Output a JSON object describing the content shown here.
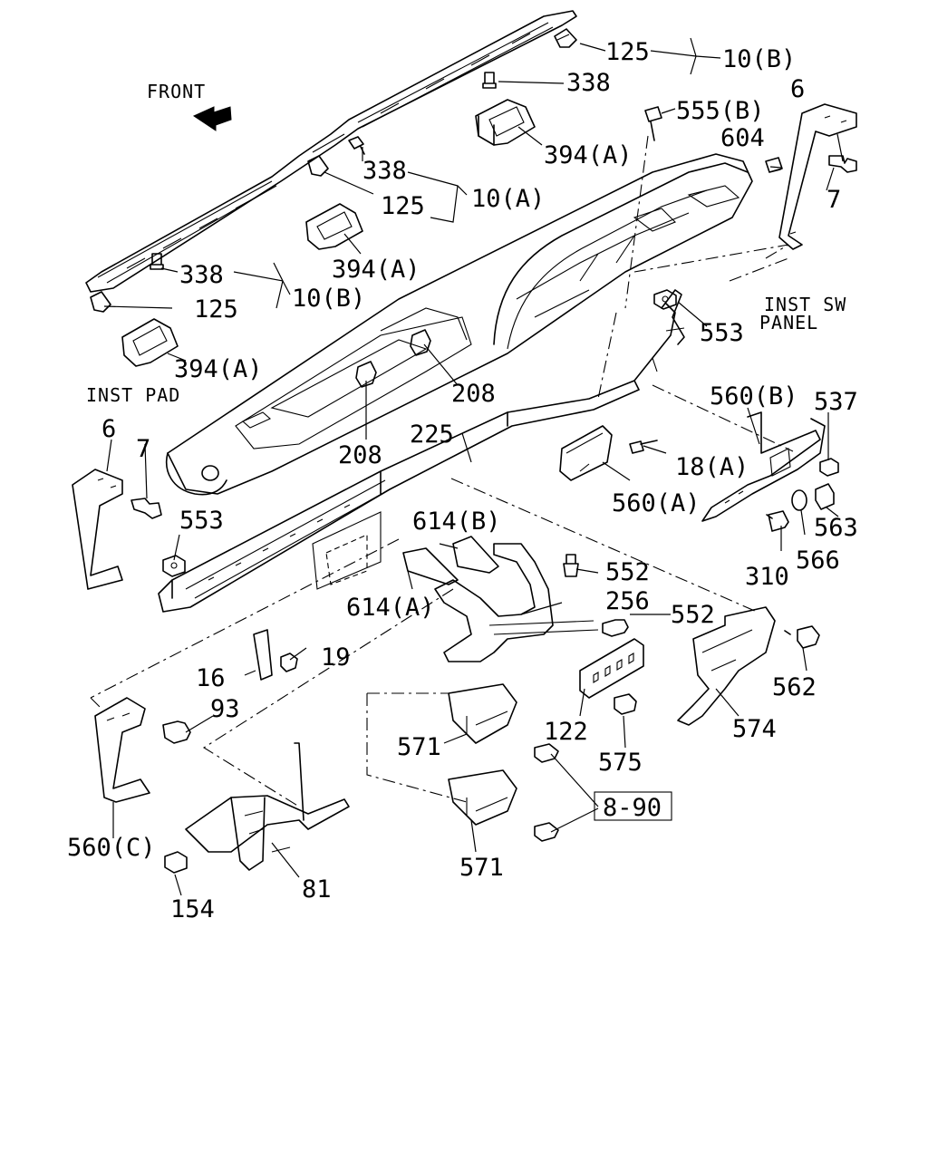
{
  "labels": {
    "front": "FRONT",
    "inst_pad": "INST PAD",
    "inst_sw_line1": "INST SW",
    "inst_sw_line2": "PANEL",
    "ref_box": "8-90"
  },
  "callouts": {
    "c125_top": "125",
    "c338_top": "338",
    "c10b_top": "10(B)",
    "c394a_top": "394(A)",
    "c338_mid": "338",
    "c125_mid": "125",
    "c10a_mid": "10(A)",
    "c394a_mid": "394(A)",
    "c338_left": "338",
    "c125_left": "125",
    "c10b_left": "10(B)",
    "c394a_left": "394(A)",
    "c555b": "555(B)",
    "c604": "604",
    "c6_right": "6",
    "c7_right": "7",
    "c553_right": "553",
    "c208_a": "208",
    "c208_b": "208",
    "c225": "225",
    "c560b": "560(B)",
    "c537": "537",
    "c18a": "18(A)",
    "c560a": "560(A)",
    "c563": "563",
    "c566": "566",
    "c310": "310",
    "c6_left": "6",
    "c7_left": "7",
    "c553_left": "553",
    "c614b": "614(B)",
    "c614a": "614(A)",
    "c552_a": "552",
    "c256": "256",
    "c552_b": "552",
    "c562": "562",
    "c19": "19",
    "c16": "16",
    "c93": "93",
    "c122": "122",
    "c571_a": "571",
    "c575": "575",
    "c574": "574",
    "c571_b": "571",
    "c560c": "560(C)",
    "c81": "81",
    "c154": "154"
  }
}
